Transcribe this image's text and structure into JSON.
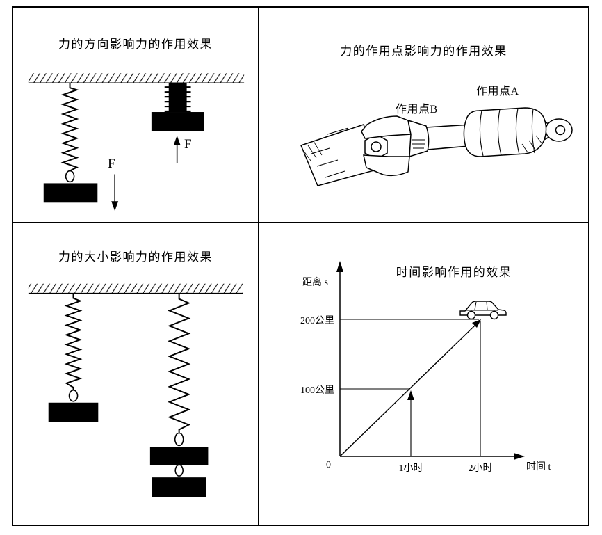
{
  "figure": {
    "panels": {
      "direction": {
        "title": "力的方向影响力的作用效果",
        "force_down_label": "F",
        "force_up_label": "F"
      },
      "application_point": {
        "title": "力的作用点影响力的作用效果",
        "point_b_label": "作用点B",
        "point_a_label": "作用点A"
      },
      "magnitude": {
        "title": "力的大小影响力的作用效果"
      },
      "time": {
        "title": "时间影响作用的效果",
        "y_axis_label": "距离 s",
        "x_axis_label": "时间 t",
        "origin_label": "0",
        "y_tick_labels": [
          "200公里",
          "100公里"
        ],
        "x_tick_labels": [
          "1小时",
          "2小时"
        ]
      }
    }
  },
  "chart_data": {
    "type": "line",
    "title": "时间影响作用的效果",
    "xlabel": "时间 t",
    "ylabel": "距离 s",
    "x_ticks": [
      "0",
      "1小时",
      "2小时"
    ],
    "y_ticks": [
      "100公里",
      "200公里"
    ],
    "x_hours": [
      0,
      1,
      2
    ],
    "y_km": [
      0,
      100,
      200
    ],
    "points": [
      {
        "t": "1小时",
        "s": "100公里"
      },
      {
        "t": "2小时",
        "s": "200公里"
      }
    ],
    "xlim_hours": [
      0,
      2.4
    ],
    "ylim_km": [
      0,
      240
    ],
    "grid": false,
    "legend": "none",
    "annotations": [
      "car pictogram drawn near the (2小时, 200公里) point"
    ]
  }
}
